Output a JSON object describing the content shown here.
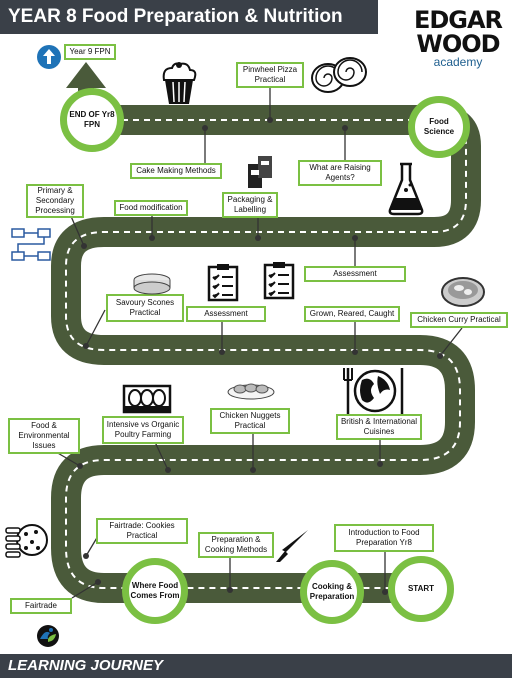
{
  "header": {
    "title": "YEAR 8 Food Preparation & Nutrition"
  },
  "logo": {
    "line1": "EDGAR",
    "line2": "WOOD",
    "line3": "academy"
  },
  "footer": {
    "label": "LEARNING JOURNEY"
  },
  "milestones": {
    "start": "START",
    "cooking": "Cooking & Preparation",
    "where_food": "Where Food Comes From",
    "food_science": "Food Science",
    "end": "END OF Yr8 FPN"
  },
  "labels": {
    "year9": "Year 9 FPN",
    "pinwheel": "Pinwheel Pizza Practical",
    "cake": "Cake Making Methods",
    "raising": "What are Raising Agents?",
    "primary": "Primary & Secondary Processing",
    "food_mod": "Food modification",
    "packaging": "Packaging & Labelling",
    "assessment1": "Assessment",
    "savoury": "Savoury Scones Practical",
    "assessment2": "Assessment",
    "grown": "Grown, Reared, Caught",
    "chicken_curry": "Chicken Curry Practical",
    "food_env": "Food & Environmental Issues",
    "intensive": "Intensive vs Organic Poultry Farming",
    "nuggets": "Chicken Nuggets Practical",
    "british": "British & International Cuisines",
    "fairtrade_cookies": "Fairtrade: Cookies Practical",
    "prep_cooking": "Preparation & Cooking Methods",
    "intro": "Introduction to Food Preparation Yr8",
    "fairtrade": "Fairtrade"
  },
  "colors": {
    "road": "#4a5a3a",
    "ring": "#7bc043",
    "bar": "#3a4048",
    "label_border": "#7bc043"
  }
}
